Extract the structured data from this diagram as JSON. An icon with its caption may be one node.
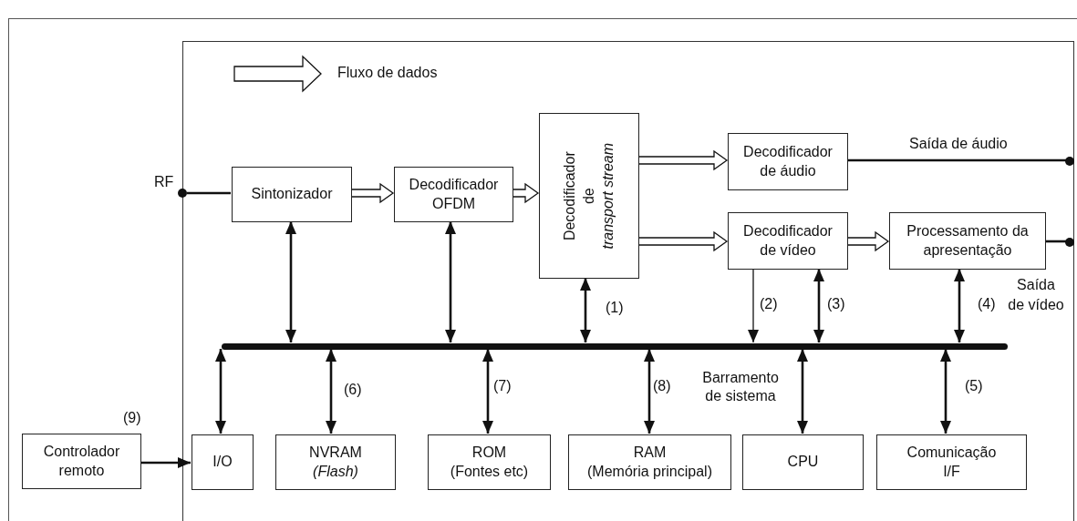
{
  "diagram": {
    "nodes": [
      {
        "text": [],
        "shape": "box"
      },
      {
        "text": [
          "Sintonizador"
        ],
        "in": 0
      },
      {
        "text": [
          "Decodificador OFDM"
        ],
        "in": 0
      },
      {
        "text": [
          "Decodificador",
          "de",
          "transport stream"
        ],
        "in": 0
      },
      {
        "text": [
          "Decodificador de áudio"
        ],
        "in": 0
      },
      {
        "text": [
          "Decodificador de vídeo"
        ],
        "in": 0
      },
      {
        "text": [
          "Processamento da apresentação"
        ],
        "in": 0
      },
      {
        "text": [],
        "shape": "bar",
        "beside": [
          "Barramento de sistema"
        ],
        "in": 0
      },
      {
        "text": [
          "I/O"
        ],
        "in": 0
      },
      {
        "text": [
          "NVRAM",
          "(Flash)"
        ],
        "in": 0
      },
      {
        "text": [
          "ROM",
          "(Fontes etc)"
        ],
        "in": 0
      },
      {
        "text": [
          "RAM",
          "(Memória principal)"
        ],
        "in": 0
      },
      {
        "text": [
          "CPU"
        ],
        "in": 0
      },
      {
        "text": [
          "Comunicação I/F"
        ],
        "in": 0
      },
      {
        "text": [
          "Controlador remoto"
        ]
      },
      {
        "text": [
          "RF"
        ]
      },
      {
        "text": [],
        "shape": "circle",
        "in": 0
      },
      {
        "text": [],
        "shape": "circle",
        "in": 0
      }
    ],
    "edges": [
      {
        "from": 15,
        "to": 1,
        "arrow": "none"
      },
      {
        "from": 1,
        "to": 2,
        "arrow": "to",
        "style": "thick"
      },
      {
        "from": 2,
        "to": 3,
        "arrow": "to",
        "style": "thick"
      },
      {
        "from": 3,
        "to": 4,
        "arrow": "to",
        "style": "thick"
      },
      {
        "from": 3,
        "to": 5,
        "arrow": "to",
        "style": "thick"
      },
      {
        "from": 5,
        "to": 6,
        "arrow": "to",
        "style": "thick"
      },
      {
        "from": 4,
        "to": 16,
        "arrow": "none",
        "label": "Saída de áudio"
      },
      {
        "from": 6,
        "to": 17,
        "arrow": "none",
        "label": "Saída de vídeo"
      },
      {
        "from": 1,
        "to": 7,
        "arrow": "both"
      },
      {
        "from": 2,
        "to": 7,
        "arrow": "both"
      },
      {
        "from": 3,
        "to": 7,
        "arrow": "both",
        "label": "(1)"
      },
      {
        "from": 5,
        "to": 7,
        "arrow": "to",
        "label": "(2)"
      },
      {
        "from": 5,
        "to": 7,
        "arrow": "both",
        "label": "(3)"
      },
      {
        "from": 6,
        "to": 7,
        "arrow": "both",
        "label": "(4)"
      },
      {
        "from": 7,
        "to": 8,
        "arrow": "both"
      },
      {
        "from": 7,
        "to": 9,
        "arrow": "both",
        "label": "(6)"
      },
      {
        "from": 7,
        "to": 10,
        "arrow": "both",
        "label": "(7)"
      },
      {
        "from": 7,
        "to": 11,
        "arrow": "both",
        "label": "(8)"
      },
      {
        "from": 7,
        "to": 12,
        "arrow": "both"
      },
      {
        "from": 7,
        "to": 13,
        "arrow": "both",
        "label": "(5)"
      },
      {
        "from": 14,
        "to": 8,
        "arrow": "to",
        "label": "(9)"
      }
    ],
    "legend": [
      {
        "text": "Fluxo de dados"
      }
    ]
  }
}
